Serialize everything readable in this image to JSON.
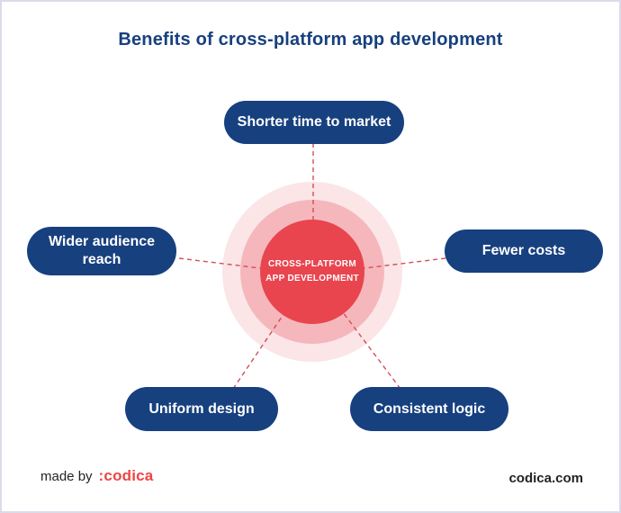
{
  "title": "Benefits of cross-platform app development",
  "center": {
    "line1": "CROSS-PLATFORM",
    "line2": "APP DEVELOPMENT"
  },
  "benefits": [
    {
      "label": "Shorter time to market",
      "position": "top"
    },
    {
      "label": "Wider audience reach",
      "position": "left"
    },
    {
      "label": "Fewer costs",
      "position": "right"
    },
    {
      "label": "Uniform design",
      "position": "bottom-left"
    },
    {
      "label": "Consistent logic",
      "position": "bottom-right"
    }
  ],
  "footer": {
    "made_by": "made by",
    "brand": ":codica",
    "site": "codica.com"
  },
  "colors": {
    "navy": "#17407F",
    "red": "#E8454F",
    "ring-mid": "#F5B7BC",
    "ring-outer": "#FBE5E7",
    "dash": "#D24E58",
    "brand-red": "#F04444",
    "text-dark": "#232323",
    "border": "#DCDBEA",
    "bg": "#FFFFFF"
  }
}
